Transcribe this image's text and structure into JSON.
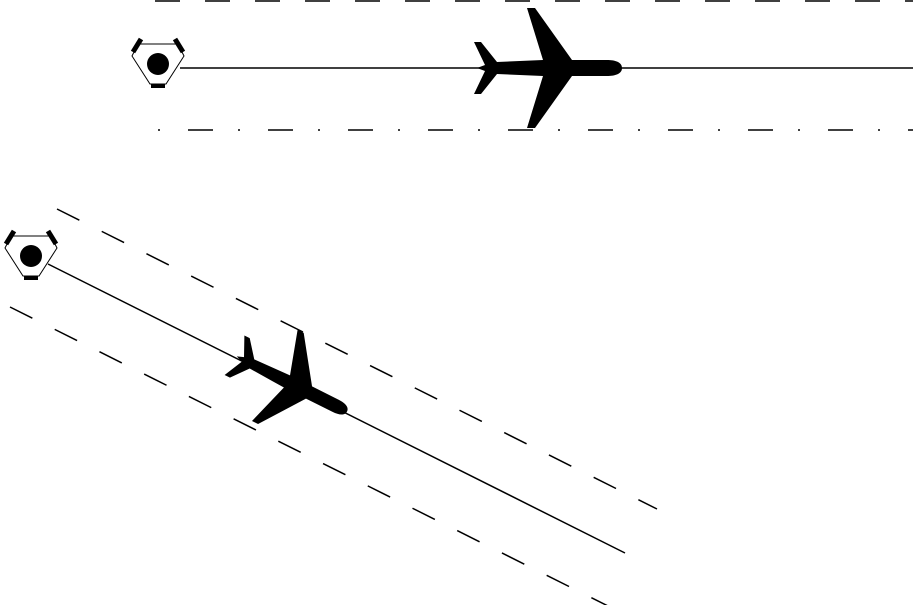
{
  "colors": {
    "ink": "#000000",
    "background": "#ffffff"
  },
  "icons": {
    "station": "vor-dme-icon",
    "aircraft": "airplane-icon"
  },
  "scenes": [
    {
      "name": "aligned-track",
      "orientation": "horizontal"
    },
    {
      "name": "angled-track",
      "orientation": "diagonal"
    }
  ]
}
